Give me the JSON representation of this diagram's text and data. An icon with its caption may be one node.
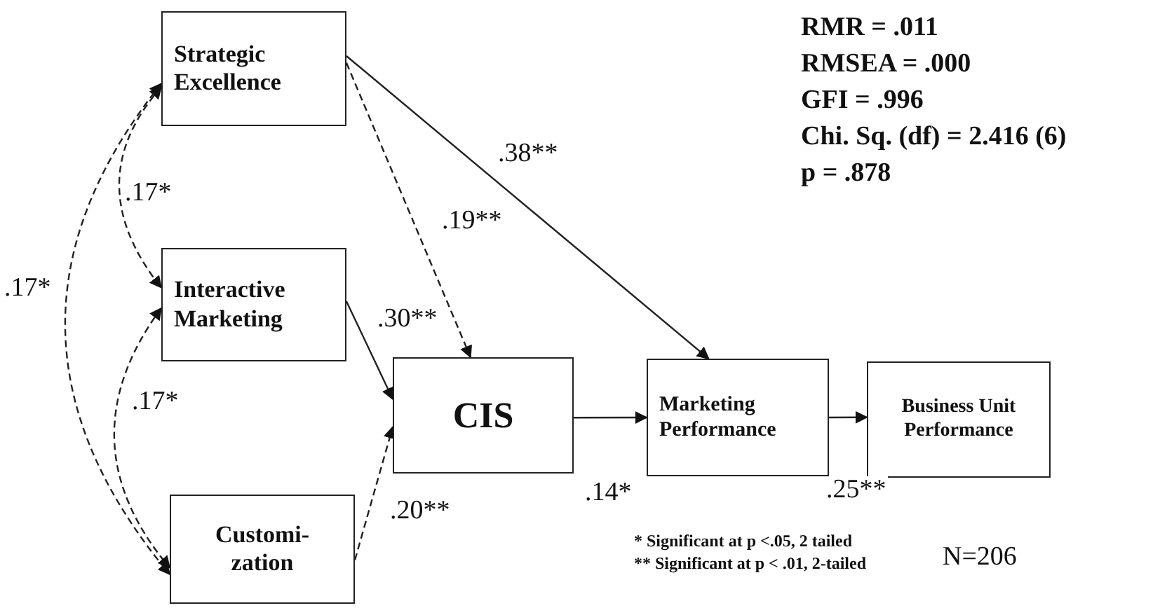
{
  "diagram": {
    "nodes": [
      {
        "text": [
          "Strategic Excellence"
        ]
      },
      {
        "text": [
          "Interactive Marketing"
        ]
      },
      {
        "text": [
          "CIS"
        ]
      },
      {
        "text": [
          "Marketing Performance"
        ]
      },
      {
        "text": [
          "Business Unit Performance"
        ]
      },
      {
        "text": [
          "Customi- zation"
        ]
      }
    ],
    "edges": [
      {
        "from": 0,
        "to": 1,
        "arrow": "both",
        "label": ".17*",
        "style": "dashed"
      },
      {
        "from": 0,
        "to": 5,
        "arrow": "both",
        "label": ".17*",
        "style": "dashed"
      },
      {
        "from": 1,
        "to": 5,
        "arrow": "both",
        "label": ".17*",
        "style": "dashed"
      },
      {
        "from": 0,
        "to": 2,
        "arrow": "to",
        "label": ".19**",
        "style": "dashed"
      },
      {
        "from": 0,
        "to": 3,
        "arrow": "to",
        "label": ".38**"
      },
      {
        "from": 1,
        "to": 2,
        "arrow": "to",
        "label": ".30**"
      },
      {
        "from": 5,
        "to": 2,
        "arrow": "to",
        "label": ".20**",
        "style": "dashed"
      },
      {
        "from": 2,
        "to": 3,
        "arrow": "to",
        "label": ".14*"
      },
      {
        "from": 3,
        "to": 4,
        "arrow": "to",
        "label": ".25**"
      }
    ],
    "labels": [
      "RMR = .011",
      "RMSEA = .000",
      "GFI = .996",
      "Chi. Sq. (df) = 2.416 (6)",
      "p = .878",
      "* Significant at p <.05, 2 tailed",
      "** Significant at p < .01, 2-tailed",
      "N=206"
    ]
  }
}
